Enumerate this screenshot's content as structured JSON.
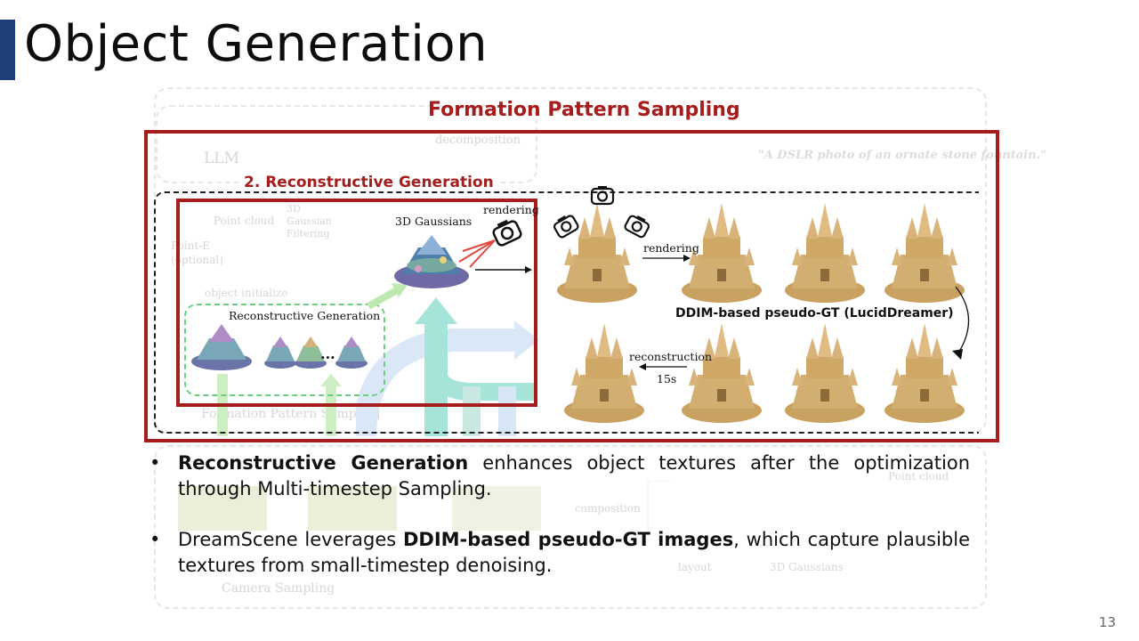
{
  "slide": {
    "title": "Object Generation",
    "page_number": "13"
  },
  "diagram": {
    "formation_title": "Formation Pattern Sampling",
    "recon_title": "2. Reconstructive Generation",
    "gaussians_label": "3D Gaussians",
    "rendering_top": "rendering",
    "rendering_mid": "rendering",
    "recon_gen_label": "Reconstructive Generation",
    "ddim_label": "DDIM-based pseudo-GT (LucidDreamer)",
    "reconstruction_label": "reconstruction",
    "time_label": "15s",
    "ellipsis": "..."
  },
  "faded_background": {
    "llm": "LLM",
    "decomposition": "decomposition",
    "prompt": "\"A DSLR photo of an ornate stone fountain.\"",
    "point_cloud": "Point cloud",
    "gaussian_filtering": "3D Gaussian Filtering",
    "point_e": "Point-E (optional)",
    "object_initialize": "object initialize",
    "formation_pattern": "Formation Pattern Sampling",
    "composition": "composition",
    "camera_sampling": "Camera Sampling",
    "layout": "layout",
    "gaussians": "3D Gaussians",
    "point_cloud_right": "Point cloud"
  },
  "bullets": [
    {
      "bold": "Reconstructive Generation",
      "text": " enhances object textures after the optimization through Multi-timestep Sampling."
    },
    {
      "pre": "DreamScene leverages ",
      "bold": "DDIM-based pseudo-GT images",
      "text": ", which capture plausible textures from small-timestep denoising."
    }
  ],
  "colors": {
    "accent": "#1f3f7a",
    "frame_red": "#a51d1d",
    "sand": "#c9a160",
    "green_dash": "#6ccf7d"
  }
}
